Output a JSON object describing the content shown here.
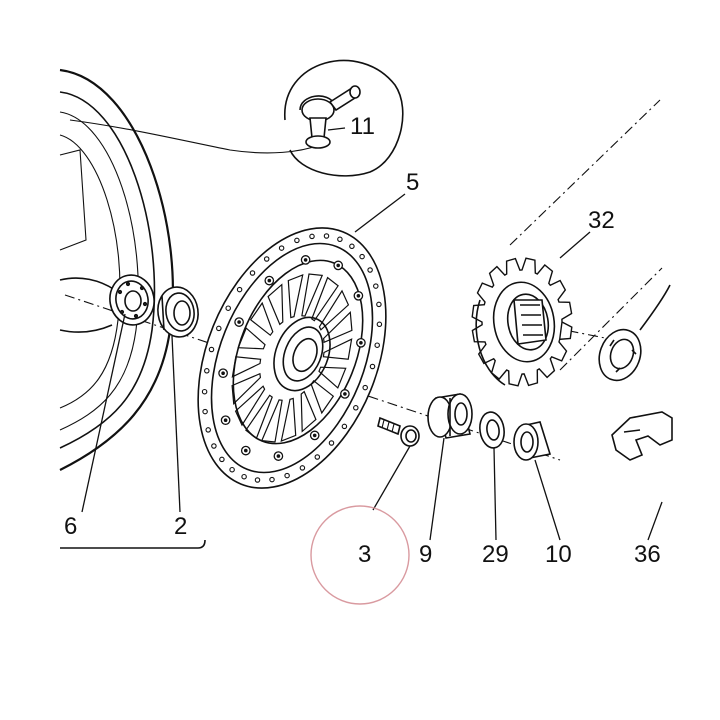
{
  "diagram": {
    "labels": {
      "p6": "6",
      "p2": "2",
      "p5": "5",
      "p11": "11",
      "p32": "32",
      "p3": "3",
      "p9": "9",
      "p29": "29",
      "p10": "10",
      "p36": "36"
    },
    "colors": {
      "line": "#111111",
      "highlight_circle": "#d99aa0",
      "background": "#ffffff"
    }
  }
}
